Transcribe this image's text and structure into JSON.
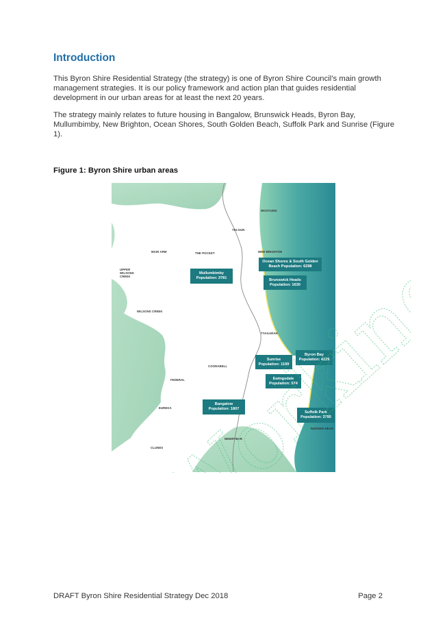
{
  "intro": {
    "heading": "Introduction",
    "paragraph1": "This Byron Shire Residential Strategy (the strategy) is one of Byron Shire Council’s main growth management strategies. It is our policy framework and action plan that guides residential development in our urban areas for at least the next 20 years.",
    "paragraph2": "The strategy mainly relates to future housing in Bangalow, Brunswick Heads, Byron Bay, Mullumbimby, New Brighton, Ocean Shores, South Golden Beach, Suffolk Park and Sunrise (Figure 1)."
  },
  "figure": {
    "caption": "Figure 1: Byron Shire urban areas",
    "places": {
      "wooyung": "WOOYUNG",
      "yelgun": "YELGUN",
      "new_brighton": "NEW BRIGHTON",
      "main_arm": "MAIN ARM",
      "the_pocket": "THE POCKET",
      "upper_wilsons": "UPPER\nWILSONS\nCREEK",
      "wilsons_creek": "WILSONS CREEK",
      "tyagarah": "TYAGARAH",
      "coorabell": "COORABELL",
      "federal": "FEDERAL",
      "eureka": "EUREKA",
      "newrybar": "NEWRYBAR",
      "clunes": "CLUNES",
      "broken_head": "BROKEN HEAD"
    },
    "areas": {
      "mullumbimby": [
        "Mullumbimby",
        "Population: 3781"
      ],
      "ocean_shores": [
        "Ocean Shores & South Golden",
        "Beach Population: 6298"
      ],
      "brunswick": [
        "Brunswick Heads",
        "Population: 1630"
      ],
      "byron_bay": [
        "Byron Bay",
        "Population: 4229"
      ],
      "sunrise": [
        "Sunrise",
        "Population: 1199"
      ],
      "ewingsdale": [
        "Ewingsdale",
        "Population: 574"
      ],
      "bangalow": [
        "Bangalow",
        "Population: 1807"
      ],
      "suffolk_park": [
        "Suffolk Park",
        "Population: 3795"
      ]
    }
  },
  "watermark": "Working draft",
  "footer": {
    "left": "DRAFT Byron Shire Residential Strategy Dec 2018",
    "right": "Page 2"
  },
  "colors": {
    "heading": "#1f6ea8",
    "land_green": "#a9d8bd",
    "ocean": "#2f8f97",
    "label_box": "#1c7a80",
    "watermark": "#3fbf7a"
  }
}
